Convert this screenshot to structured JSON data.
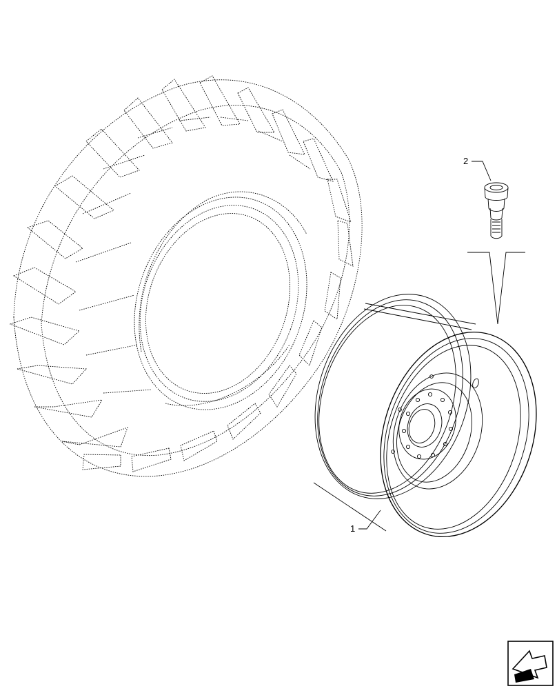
{
  "callouts": [
    {
      "id": "1",
      "label": "1"
    },
    {
      "id": "2",
      "label": "2"
    }
  ],
  "icons": {
    "nav_arrow": "previous-page-arrow-icon"
  }
}
